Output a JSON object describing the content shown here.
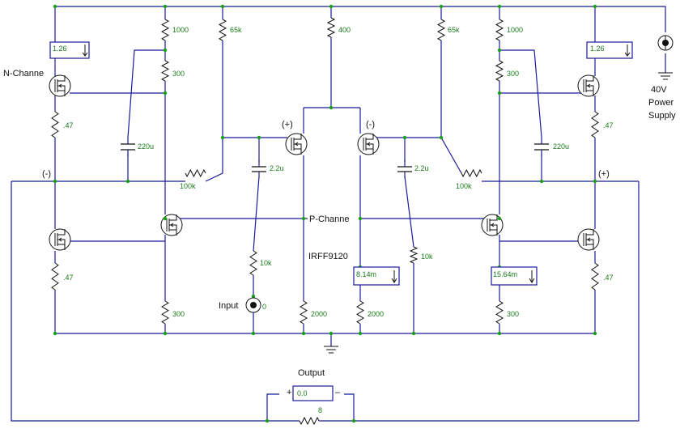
{
  "meters": {
    "left_top": "1.26",
    "right_top": "1.26",
    "center": "8.14m",
    "right_mid": "15.64m",
    "output": "0.0"
  },
  "labels": {
    "n_channel": "N-Channe",
    "p_channel": "P-Channe",
    "part": "IRFF9120",
    "input": "Input",
    "input_value": "0",
    "output": "Output",
    "output_load": "8",
    "supply_line1": "40V",
    "supply_line2": "Power",
    "supply_line3": "Supply",
    "minus_left": "(-)",
    "plus_right": "(+)",
    "plus_pair": "(+)",
    "minus_pair": "(-)"
  },
  "resistors": [
    {
      "name": "r-1000-left",
      "value": "1000"
    },
    {
      "name": "r-300-left-top",
      "value": "300"
    },
    {
      "name": "r-65k-left",
      "value": "65k"
    },
    {
      "name": "r-400",
      "value": "400"
    },
    {
      "name": "r-65k-right",
      "value": "65k"
    },
    {
      "name": "r-1000-right",
      "value": "1000"
    },
    {
      "name": "r-300-right-top",
      "value": "300"
    },
    {
      "name": "r-047-left-top",
      "value": ".47"
    },
    {
      "name": "r-047-right-top",
      "value": ".47"
    },
    {
      "name": "r-100k-left",
      "value": "100k"
    },
    {
      "name": "r-100k-right",
      "value": "100k"
    },
    {
      "name": "r-10k-left",
      "value": "10k"
    },
    {
      "name": "r-10k-right",
      "value": "10k"
    },
    {
      "name": "r-047-left-bottom",
      "value": ".47"
    },
    {
      "name": "r-047-right-bottom",
      "value": ".47"
    },
    {
      "name": "r-300-left-bottom",
      "value": "300"
    },
    {
      "name": "r-2000-left",
      "value": "2000"
    },
    {
      "name": "r-2000-right",
      "value": "2000"
    },
    {
      "name": "r-300-right-bottom",
      "value": "300"
    },
    {
      "name": "r-load",
      "value": "8"
    }
  ],
  "capacitors": [
    {
      "name": "c-220u-left",
      "value": "220u"
    },
    {
      "name": "c-220u-right",
      "value": "220u"
    },
    {
      "name": "c-2p2u-left",
      "value": "2.2u"
    },
    {
      "name": "c-2p2u-right",
      "value": "2.2u"
    }
  ]
}
